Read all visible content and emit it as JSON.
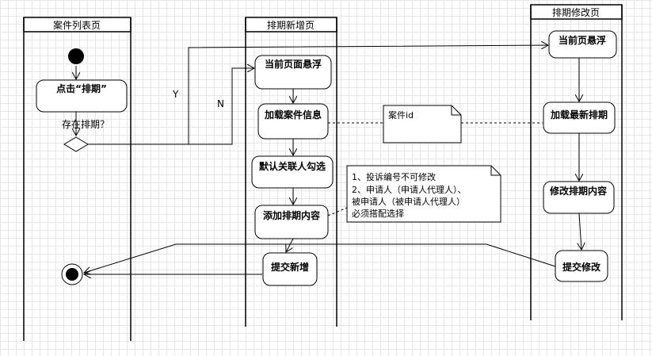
{
  "lanes": {
    "list": "案件列表页",
    "add": "排期新增页",
    "edit": "排期修改页"
  },
  "nodes": {
    "click_schedule": "点击“排期”",
    "has_schedule": "存在排期？",
    "add_float": "当前页面悬浮",
    "add_load_case": "加载案件信息",
    "add_default_check": "默认关联人勾选",
    "add_content": "添加排期内容",
    "add_submit": "提交新增",
    "edit_float": "当前页悬浮",
    "edit_load_latest": "加载最新排期",
    "edit_content": "修改排期内容",
    "edit_submit": "提交修改"
  },
  "guards": {
    "yes": "Y",
    "no": "N"
  },
  "notes": {
    "case_id": "案件id",
    "rules": [
      "1、投诉编号不可修改",
      "2、申请人（申请人代理人）、",
      "被申请人（被申请人代理人）",
      "必须搭配选择"
    ]
  }
}
